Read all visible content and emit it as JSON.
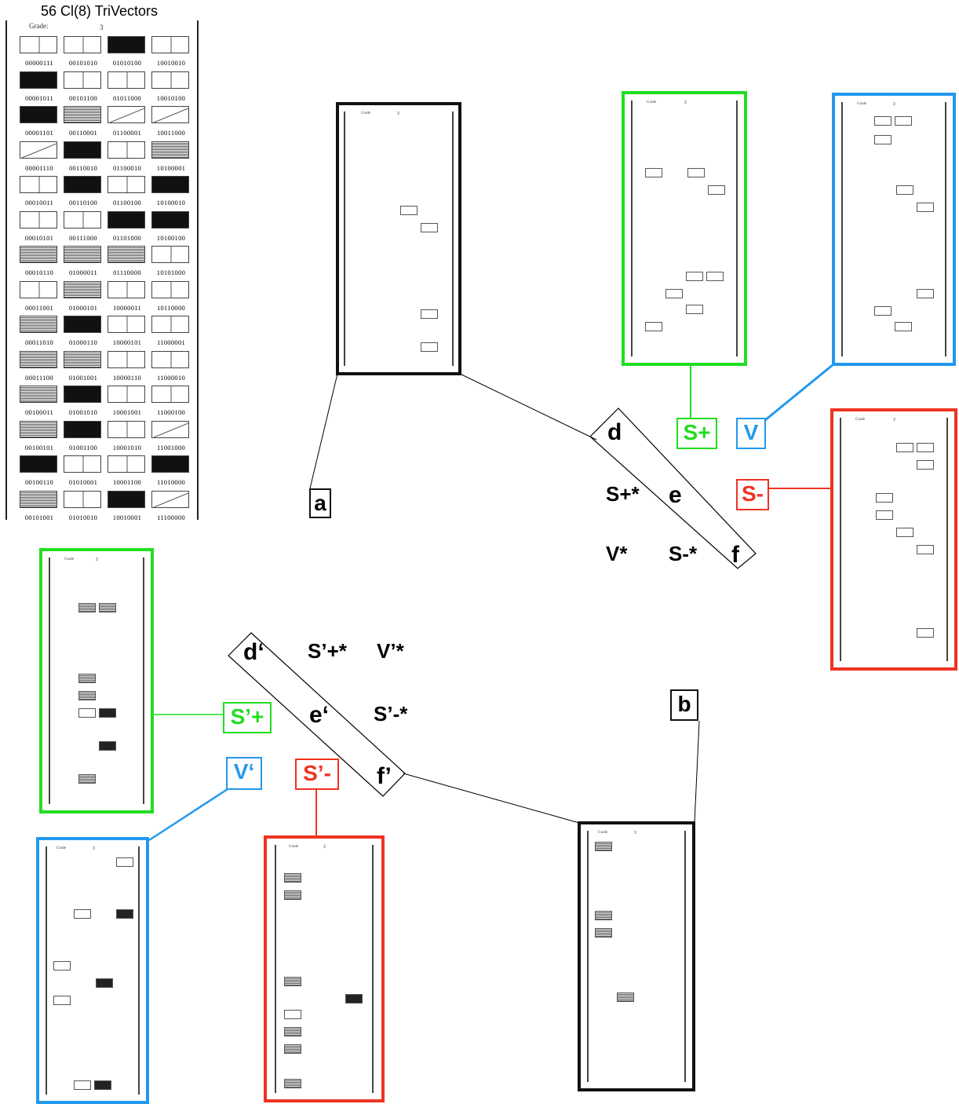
{
  "title": "56 Cl(8) TriVectors",
  "grid": {
    "grade_label": "Grade:",
    "grade_value": "3",
    "rows": [
      [
        "00000111",
        "00101010",
        "01010100",
        "10010010"
      ],
      [
        "00001011",
        "00101100",
        "01011000",
        "10010100"
      ],
      [
        "00001101",
        "00110001",
        "01100001",
        "10011000"
      ],
      [
        "00001110",
        "00110010",
        "01100010",
        "10100001"
      ],
      [
        "00010011",
        "00110100",
        "01100100",
        "10100010"
      ],
      [
        "00010101",
        "00111000",
        "01101000",
        "10100100"
      ],
      [
        "00010110",
        "01000011",
        "01110000",
        "10101000"
      ],
      [
        "00011001",
        "01000101",
        "10000011",
        "10110000"
      ],
      [
        "00011010",
        "01000110",
        "10000101",
        "11000001"
      ],
      [
        "00011100",
        "01001001",
        "10000110",
        "11000010"
      ],
      [
        "00100011",
        "01001010",
        "10001001",
        "11000100"
      ],
      [
        "00100101",
        "01001100",
        "10001010",
        "11001000"
      ],
      [
        "00100110",
        "01010001",
        "10001100",
        "11010000"
      ],
      [
        "00101001",
        "01010010",
        "10010001",
        "11100000"
      ]
    ]
  },
  "boxes": {
    "grade_label": "Grade",
    "grade_value": "3"
  },
  "labels": {
    "a": "a",
    "b": "b",
    "d": "d",
    "e": "e",
    "f": "f",
    "d_prime": "d‘",
    "e_prime": "e‘",
    "f_prime": "f’",
    "s_plus_star": "S+*",
    "v_star": "V*",
    "s_minus_star": "S-*",
    "s_prime_plus_star": "S’+*",
    "v_prime_star": "V’*",
    "s_prime_minus_star": "S’-*"
  },
  "tags": {
    "s_plus": "S+",
    "v": "V",
    "s_minus": "S-",
    "s_prime_plus": "S’+",
    "v_prime": "V‘",
    "s_prime_minus": "S’-"
  },
  "colors": {
    "green": "#22dd22",
    "blue": "#2299ee",
    "red": "#ee3322",
    "black": "#111111"
  }
}
